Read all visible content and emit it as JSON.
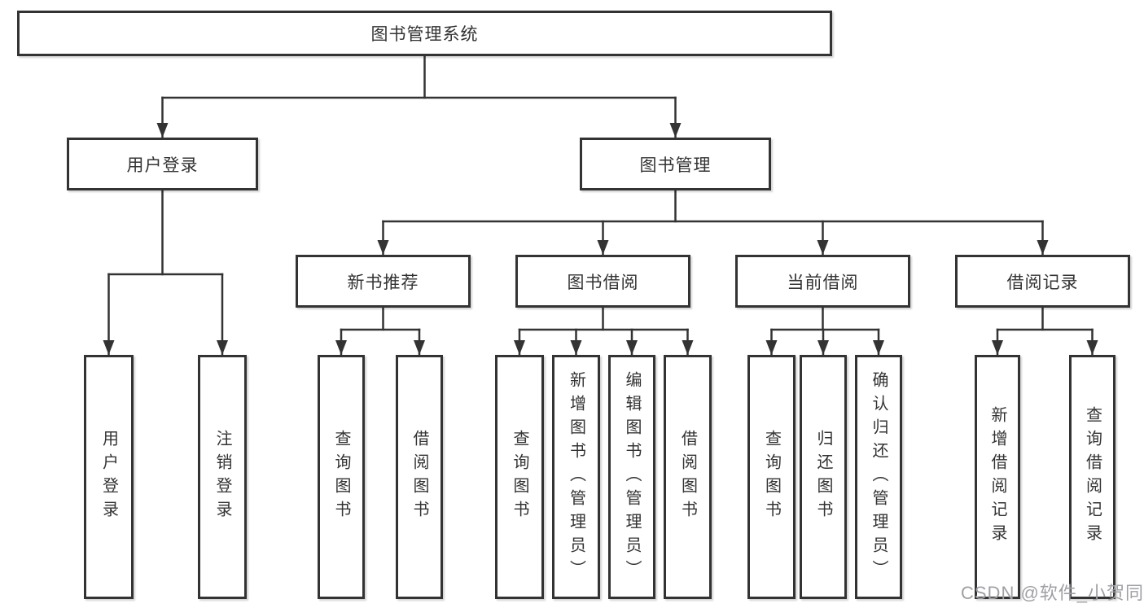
{
  "tree": {
    "root": "图书管理系统",
    "user_login": {
      "label": "用户登录",
      "leaves": [
        "用户登录",
        "注销登录"
      ]
    },
    "book_mgmt": {
      "label": "图书管理",
      "groups": [
        {
          "label": "新书推荐",
          "leaves": [
            "查询图书",
            "借阅图书"
          ]
        },
        {
          "label": "图书借阅",
          "leaves": [
            "查询图书",
            "新增图书（管理员）",
            "编辑图书（管理员）",
            "借阅图书"
          ]
        },
        {
          "label": "当前借阅",
          "leaves": [
            "查询图书",
            "归还图书",
            "确认归还（管理员）"
          ]
        },
        {
          "label": "借阅记录",
          "leaves": [
            "新增借阅记录",
            "查询借阅记录"
          ]
        }
      ]
    }
  },
  "watermark": "CSDN @软件_小贺同学",
  "colors": {
    "line": "#333333",
    "box_border": "#333333",
    "text": "#333333",
    "watermark": "#9fa0a4",
    "background": "#ffffff"
  }
}
